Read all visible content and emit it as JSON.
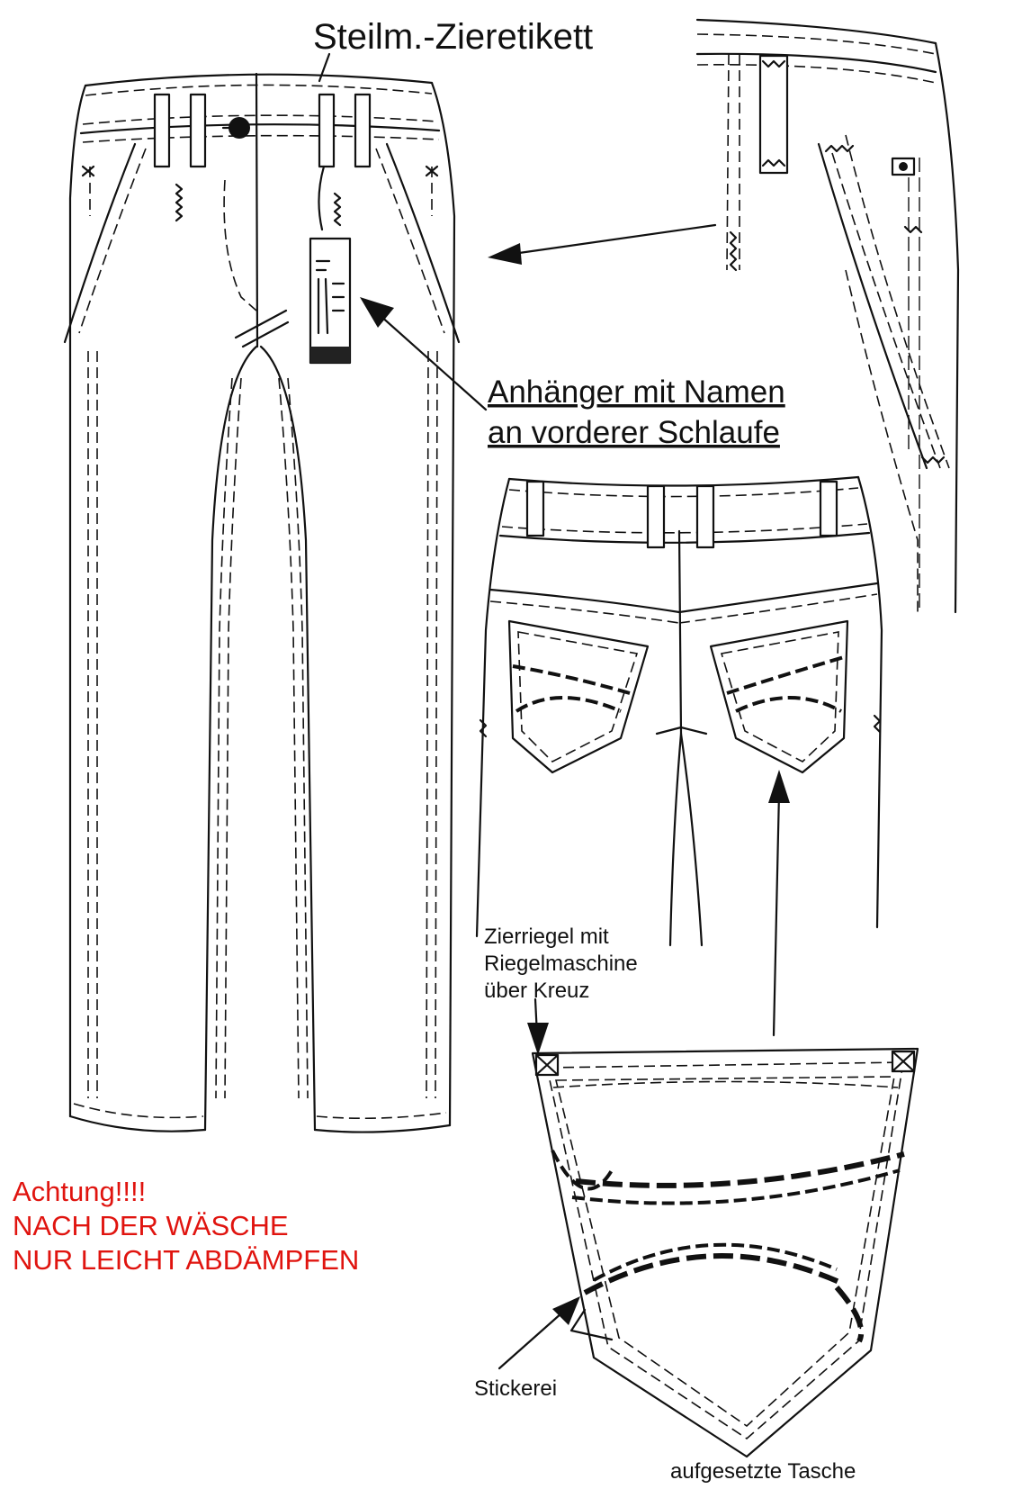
{
  "labels": {
    "top_label": "Steilm.-Zieretikett",
    "tag_note_line1": "Anhänger mit Namen",
    "tag_note_line2": "an vorderer Schlaufe",
    "bartack_line1": "Zierriegel mit",
    "bartack_line2": "Riegelmaschine",
    "bartack_line3": "über Kreuz",
    "embroidery": "Stickerei",
    "patch_pocket": "aufgesetzte Tasche"
  },
  "warning": {
    "line1": "Achtung!!!!",
    "line2": "NACH DER WÄSCHE",
    "line3": "NUR LEICHT ABDÄMPFEN"
  },
  "colors": {
    "line": "#111111",
    "warning": "#e0140f",
    "background": "#ffffff"
  }
}
